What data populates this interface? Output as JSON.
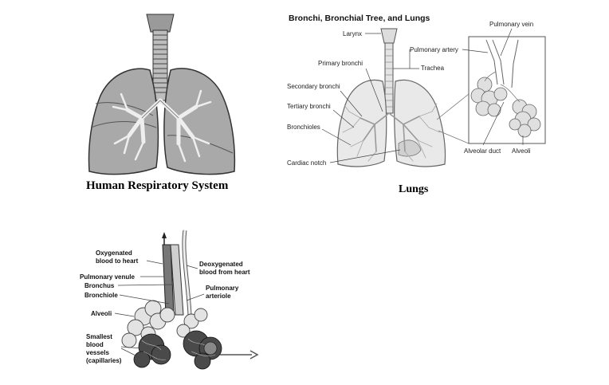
{
  "panel1": {
    "caption": "Human Respiratory System"
  },
  "panel2": {
    "title": "Bronchi, Bronchial Tree, and Lungs",
    "caption": "Lungs",
    "labels": {
      "larynx": "Larynx",
      "primary_bronchi": "Primary bronchi",
      "secondary_bronchi": "Secondary bronchi",
      "tertiary_bronchi": "Tertiary bronchi",
      "bronchioles": "Bronchioles",
      "cardiac_notch": "Cardiac notch",
      "pulmonary_vein": "Pulmonary vein",
      "pulmonary_artery": "Pulmonary artery",
      "trachea": "Trachea",
      "alveolar_duct": "Alveolar duct",
      "alveoli": "Alveoli"
    }
  },
  "panel3": {
    "labels": {
      "oxygenated_1": "Oxygenated",
      "oxygenated_2": "blood to heart",
      "pulmonary_venule": "Pulmonary venule",
      "bronchus": "Bronchus",
      "bronchiole": "Bronchiole",
      "alveoli": "Alveoli",
      "smallest_1": "Smallest",
      "smallest_2": "blood",
      "smallest_3": "vessels",
      "smallest_4": "(capillaries)",
      "deoxygenated_1": "Deoxygenated",
      "deoxygenated_2": "blood from heart",
      "pulmonary_arteriole_1": "Pulmonary",
      "pulmonary_arteriole_2": "arteriole"
    }
  }
}
